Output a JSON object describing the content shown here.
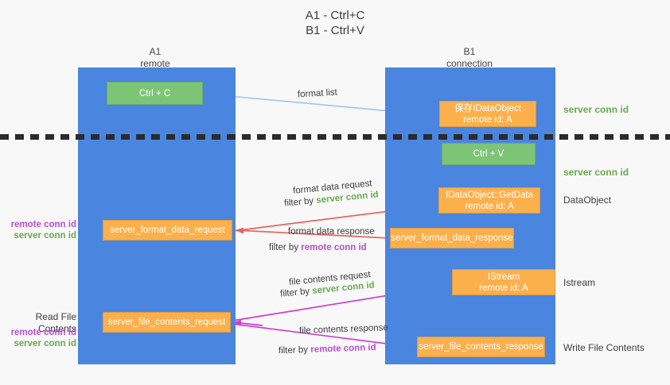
{
  "title": {
    "line1": "A1 - Ctrl+C",
    "line2": "B1 - Ctrl+V"
  },
  "columns": {
    "left": {
      "name": "A1",
      "role": "remote"
    },
    "right": {
      "name": "B1",
      "role": "connection"
    }
  },
  "boxes": {
    "ctrl_c": {
      "label": "Ctrl + C"
    },
    "ctrl_v": {
      "label": "Ctrl + V"
    },
    "save_idataobject": {
      "line1": "保存IDataObject",
      "line2": "remote id: A"
    },
    "getdata": {
      "line1": "IDataObject::GetData",
      "line2": "remote id: A"
    },
    "istream": {
      "line1": "IStream",
      "line2": "remote id: A"
    },
    "server_format_data_request": {
      "label": "server_format_data_request"
    },
    "server_format_data_response": {
      "label": "server_format_data_response"
    },
    "server_file_contents_request": {
      "label": "server_file_contents_request"
    },
    "server_file_contents_response": {
      "label": "server_file_contents_response"
    }
  },
  "annotations": {
    "format_list": "format list",
    "format_data_request": "format data request",
    "format_data_response": "format data response",
    "file_contents_request": "file contents request",
    "file_contents_response": "file contents response",
    "filter_by": "filter by",
    "server_conn_id": "server conn id",
    "remote_conn_id": "remote conn id"
  },
  "side_labels": {
    "server_conn_id_top": "server conn id",
    "server_conn_id_mid": "server conn id",
    "dataobject": "DataObject",
    "istream": "Istream",
    "write_file_contents": "Write File Contents",
    "read_file_contents": "Read File Contents",
    "remote_conn_id": "remote conn id",
    "server_conn_id": "server conn id"
  },
  "colors": {
    "lane_blue": "#4a85df",
    "box_green": "#7cc576",
    "box_orange": "#fbb04c",
    "conn_green": "#6aa84f",
    "conn_purple": "#b84fce",
    "arrow_red": "#e8635f",
    "arrow_magenta": "#cf3fd0",
    "arrow_lightblue": "#9fc5f0",
    "arrow_black": "#111111",
    "dashed_line": "#2b2b2b",
    "background": "#f8f8f8"
  }
}
